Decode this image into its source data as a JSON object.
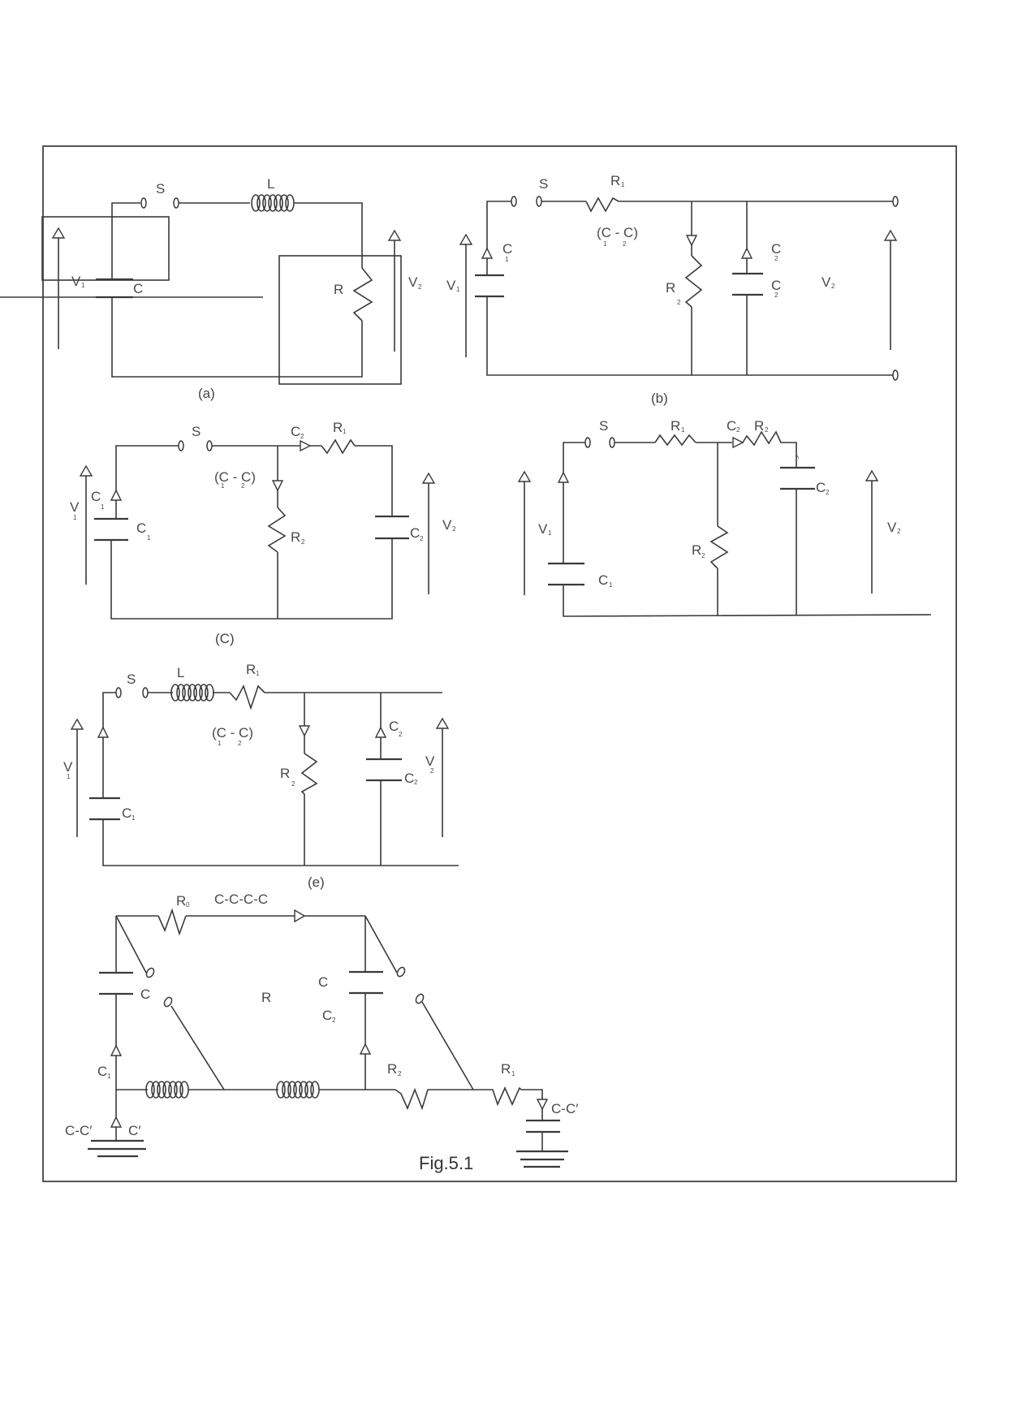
{
  "figure": {
    "caption": "Fig.5.1",
    "panels": [
      {
        "id": "a",
        "caption": "(a)",
        "labels": {
          "switch": "S",
          "inductor": "L",
          "capacitor": "C",
          "resistor": "R",
          "v_in": "V",
          "v_in_sub": "1",
          "v_out": "V",
          "v_out_sub": "2"
        }
      },
      {
        "id": "b",
        "caption": "(b)",
        "labels": {
          "switch": "S",
          "r1": "R",
          "r1_sub": "1",
          "transfer": "(C - C)",
          "transfer_sub1": "1",
          "transfer_sub2": "2",
          "c1": "C",
          "c1_sub": "1",
          "r2": "R",
          "r2_sub": "2",
          "c2_top": "C",
          "c2_top_sub": "2",
          "c2": "C",
          "c2_sub": "2",
          "v_in": "V",
          "v_in_sub": "1",
          "v_out": "V",
          "v_out_sub": "2"
        }
      },
      {
        "id": "c",
        "caption": "(C)",
        "labels": {
          "switch": "S",
          "c2_flow": "C",
          "c2_flow_sub": "2",
          "r1": "R",
          "r1_sub": "1",
          "transfer": "(C - C)",
          "transfer_sub1": "1",
          "transfer_sub2": "2",
          "c1_flow": "C",
          "c1_flow_sub": "1",
          "c1": "C",
          "c1_sub": "1",
          "r2": "R",
          "r2_sub": "2",
          "c2": "C",
          "c2_sub": "2",
          "v_in": "V",
          "v_in_sub": "1",
          "v_out": "V",
          "v_out_sub": "2"
        }
      },
      {
        "id": "d",
        "caption": "",
        "labels": {
          "switch": "S",
          "r1": "R",
          "r1_sub": "1",
          "c2_flow": "C",
          "c2_flow_sub": "2",
          "r2_series": "R",
          "r2_series_sub": "2",
          "c2": "C",
          "c2_sub": "2",
          "r2": "R",
          "r2_sub": "2",
          "c1": "C",
          "c1_sub": "1",
          "v_in": "V",
          "v_in_sub": "1",
          "v_out": "V",
          "v_out_sub": "2"
        }
      },
      {
        "id": "e",
        "caption": "(e)",
        "labels": {
          "switch": "S",
          "inductor": "L",
          "r1": "R",
          "r1_sub": "1",
          "transfer": "(C - C)",
          "transfer_sub1": "1",
          "transfer_sub2": "2",
          "r2": "R",
          "r2_sub": "2",
          "c2_flow": "C",
          "c2_flow_sub": "2",
          "c2": "C",
          "c2_sub": "2",
          "c1": "C",
          "c1_sub": "1",
          "v_in": "V",
          "v_in_sub": "1",
          "v_out": "V",
          "v_out_sub": "2"
        }
      },
      {
        "id": "f",
        "caption": "",
        "labels": {
          "r0": "R",
          "r0_sub": "0",
          "top_flow": "C-C-C-C",
          "c_left": "C",
          "r_center": "R",
          "c_right": "C",
          "c2_right": "C",
          "c2_right_sub": "2",
          "c1_left": "C",
          "c1_left_sub": "1",
          "r2": "R",
          "r2_sub": "2",
          "r1": "R",
          "r1_sub": "1",
          "ground_left_a": "C-C′",
          "ground_left_b": "C′",
          "ground_right": "C-C′"
        }
      }
    ]
  }
}
